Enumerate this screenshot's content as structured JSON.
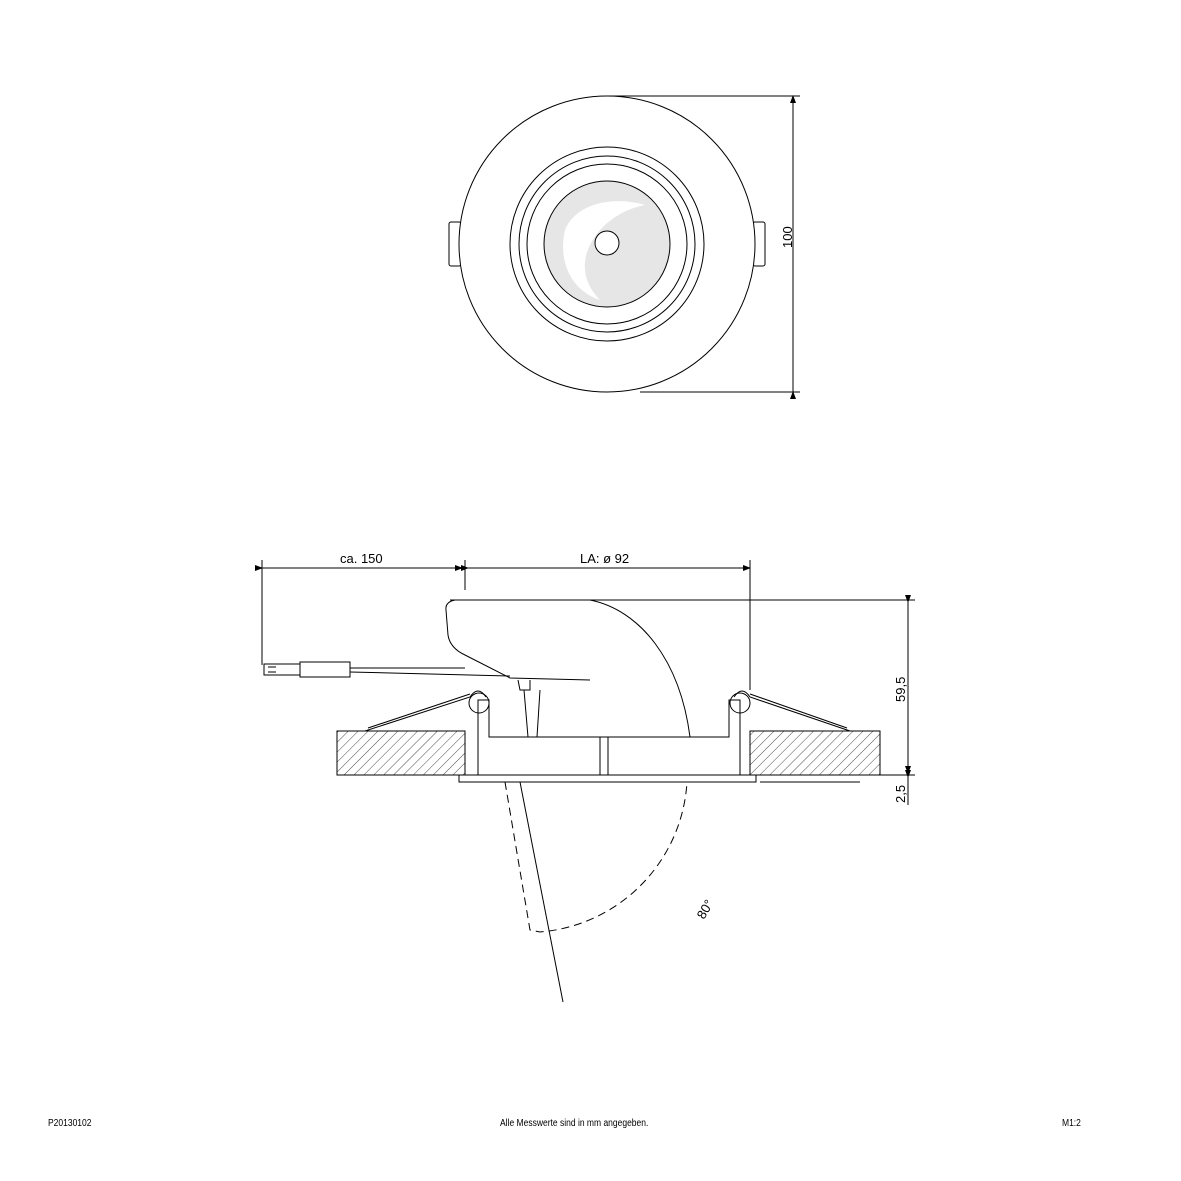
{
  "top_view": {
    "diameter_label": "100"
  },
  "side_view": {
    "cable_length_label": "ca. 150",
    "cutout_label": "LA: ø 92",
    "height_label": "59,5",
    "flange_label": "2,5",
    "tilt_angle_label": "80°"
  },
  "footer": {
    "article_number": "P20130102",
    "note": "Alle Messwerte sind in mm angegeben.",
    "scale": "M1:2"
  }
}
